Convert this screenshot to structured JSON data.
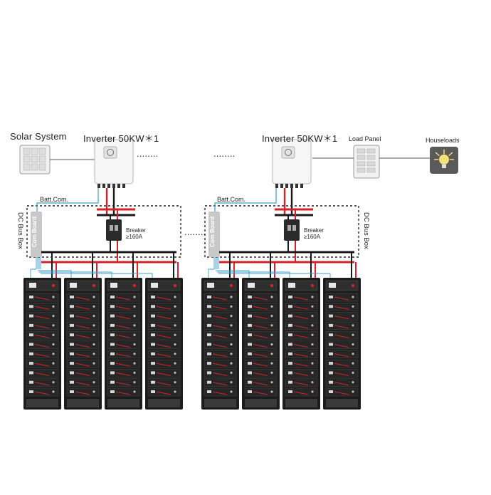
{
  "labels": {
    "solar_system": "Solar System",
    "inverter": "Inverter 50KW＊1",
    "load_panel": "Load Panel",
    "houseloads": "Houseloads",
    "batt_com": "Batt.Com.",
    "breaker": "Breaker",
    "breaker_rating": "≥160A",
    "dc_bus_box": "DC Bus Box",
    "com_board": "Com Board",
    "ellipsis": "........"
  },
  "colors": {
    "positive_cable": "#d2232a",
    "negative_cable": "#1a1a1a",
    "comm_cable": "#3a9fc7",
    "cabinet": "#1c1c1c",
    "com_board": "#c8c8c8"
  },
  "structure": {
    "systems": 2,
    "battery_cabinets_per_system": 4,
    "modules_per_cabinet": 11
  }
}
